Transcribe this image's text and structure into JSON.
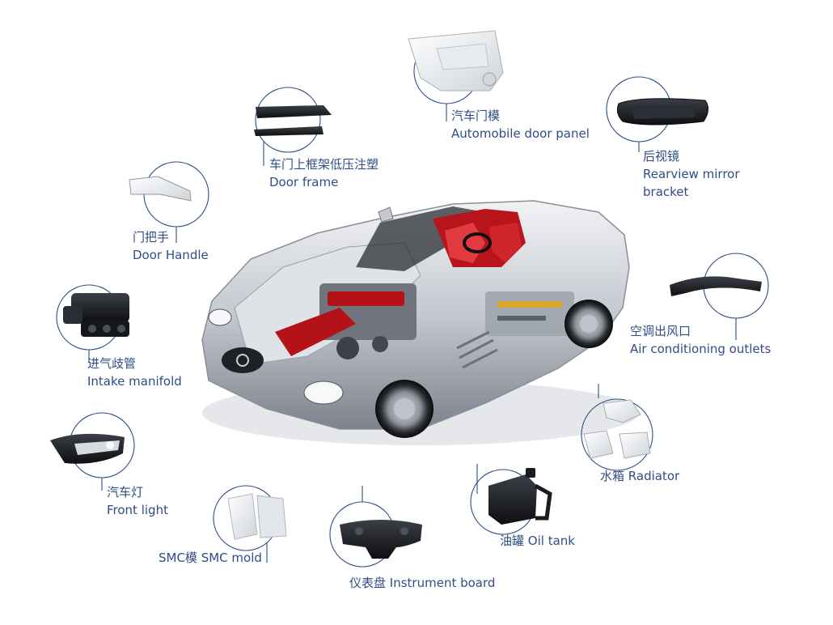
{
  "colors": {
    "label": "#2f4d86",
    "leader": "#2f4d86",
    "car_body": "#c9ccd3",
    "car_seat": "#c0141b",
    "part_dark": "#1b1d22",
    "part_light": "#e9ecef"
  },
  "parts": [
    {
      "id": "door-panel",
      "zh": "汽车门模",
      "en": "Automobile door panel",
      "icon": "door-panel-icon"
    },
    {
      "id": "door-frame",
      "zh": "车门上框架低压注塑",
      "en": "Door frame",
      "icon": "door-frame-icon"
    },
    {
      "id": "rearview-mirror",
      "zh": "后视镜",
      "en": "Rearview mirror",
      "en2": "bracket",
      "icon": "rearview-mirror-icon"
    },
    {
      "id": "door-handle",
      "zh": "门把手",
      "en": "Door Handle",
      "icon": "door-handle-icon"
    },
    {
      "id": "air-outlet",
      "zh": "空调出风口",
      "en": "Air conditioning outlets",
      "icon": "air-outlet-icon"
    },
    {
      "id": "intake-manifold",
      "zh": "进气歧管",
      "en": "Intake manifold",
      "icon": "intake-manifold-icon"
    },
    {
      "id": "radiator",
      "zh": "水箱",
      "en": "Radiator",
      "icon": "radiator-icon"
    },
    {
      "id": "front-light",
      "zh": "汽车灯",
      "en": "Front light",
      "icon": "front-light-icon"
    },
    {
      "id": "oil-tank",
      "zh": "油罐",
      "en": "Oil tank",
      "icon": "oil-tank-icon"
    },
    {
      "id": "smc-mold",
      "zh": "SMC模",
      "en": "SMC mold",
      "icon": "smc-mold-icon"
    },
    {
      "id": "instrument-board",
      "zh": "仪表盘",
      "en": "Instrument board",
      "icon": "instrument-board-icon"
    }
  ]
}
